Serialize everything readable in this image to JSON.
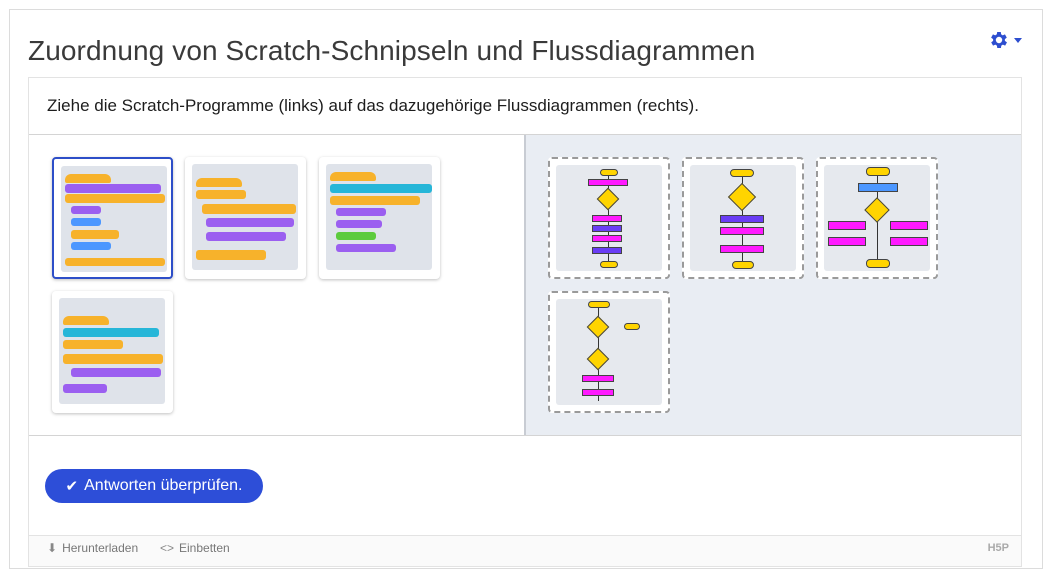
{
  "header": {
    "title": "Zuordnung von Scratch-Schnipseln und Flussdiagrammen",
    "settings_icon": "gear-icon",
    "accent_color": "#2d4ed8"
  },
  "task": {
    "instruction": "Ziehe die Scratch-Programme (links) auf das dazugehörige Flussdiagrammen (rechts)."
  },
  "draggables": [
    {
      "name": "scratch-program-1",
      "selected": true
    },
    {
      "name": "scratch-program-2",
      "selected": false
    },
    {
      "name": "scratch-program-3",
      "selected": false
    },
    {
      "name": "scratch-program-4",
      "selected": false
    }
  ],
  "dropzones": [
    {
      "name": "flowchart-1"
    },
    {
      "name": "flowchart-2"
    },
    {
      "name": "flowchart-3"
    },
    {
      "name": "flowchart-4"
    }
  ],
  "actions": {
    "check_label": "Antworten überprüfen."
  },
  "footer": {
    "download_label": "Herunterladen",
    "embed_label": "Einbetten",
    "brand": "H5P"
  }
}
